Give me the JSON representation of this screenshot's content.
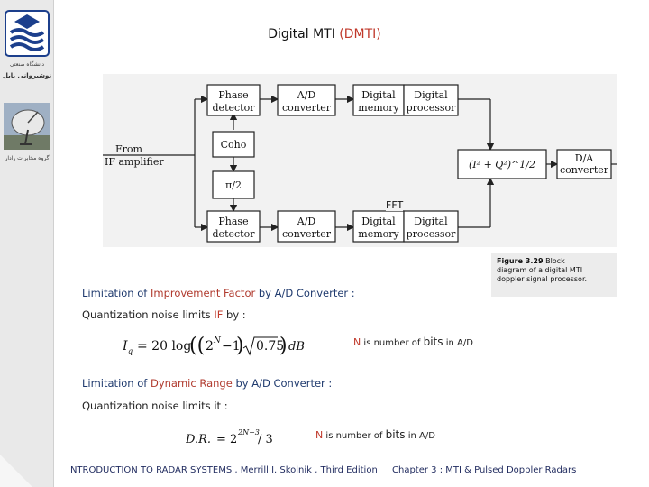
{
  "sidebar": {
    "university": "دانشگاه صنعتی",
    "faculty": "نوشیروانی بابل",
    "department": "گروه مخابرات رادار"
  },
  "title": {
    "main": "Digital MTI",
    "accent": "(DMTI)"
  },
  "diagram": {
    "from_line1": "From",
    "from_line2": "IF amplifier",
    "phase1": "Phase",
    "detector1": "detector",
    "ad1": "A/D",
    "conv1": "converter",
    "dig_mem1": "Digital",
    "memory1": "memory",
    "dig_proc1": "Digital",
    "processor1": "processor",
    "coho": "Coho",
    "pi2": "π/2",
    "phase2": "Phase",
    "detector2": "detector",
    "ad2": "A/D",
    "conv2": "converter",
    "dig_mem2": "Digital",
    "memory2": "memory",
    "dig_proc2": "Digital",
    "processor2": "processor",
    "magnitude": "(I² + Q²)^1/2",
    "da": "D/A",
    "da_conv": "converter"
  },
  "fft_label": "FFT",
  "figure_caption": {
    "number": "Figure 3.29",
    "text1": "Block",
    "text2": "diagram of a digital MTI",
    "text3": "doppler signal processor."
  },
  "section1": {
    "prefix": "Limitation of ",
    "highlight": "Improvement Factor",
    "suffix": " by A/D Converter :",
    "line_prefix": "Quantization noise limits ",
    "line_highlight": "IF",
    "line_suffix": " by :",
    "formula": "Iq = 20log((2^N − 1)√0.75)   dB",
    "note_n": "N",
    "note_mid": " is number of ",
    "note_bits": "bits",
    "note_end": " in  A/D"
  },
  "section2": {
    "prefix": "Limitation of ",
    "highlight": "Dynamic Range",
    "suffix": " by A/D Converter :",
    "line": "Quantization noise limits it :",
    "formula": "D.R. = 2^(2N−3) / 3",
    "note_n": "N",
    "note_mid": " is number of ",
    "note_bits": "bits",
    "note_end": " in  A/D"
  },
  "footer": {
    "left": "INTRODUCTION  TO  RADAR SYSTEMS , Merrill I. Skolnik , Third Edition",
    "right": "Chapter 3 :   MTI  &  Pulsed Doppler Radars"
  }
}
